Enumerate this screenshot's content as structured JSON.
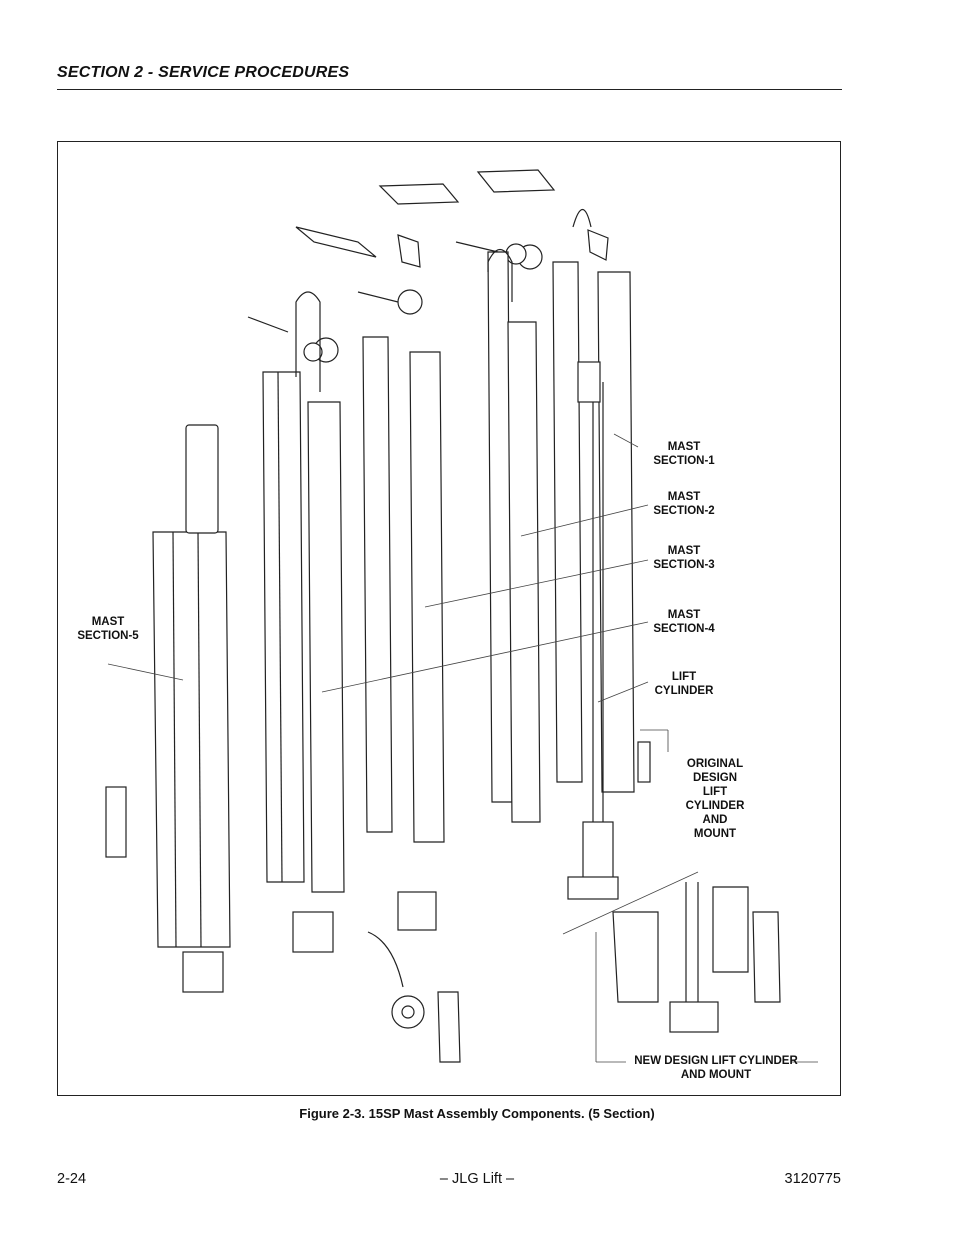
{
  "header": {
    "section_title": "SECTION 2 - SERVICE PROCEDURES"
  },
  "figure": {
    "labels": {
      "mast_section_1": "MAST\nSECTION-1",
      "mast_section_2": "MAST\nSECTION-2",
      "mast_section_3": "MAST\nSECTION-3",
      "mast_section_4": "MAST\nSECTION-4",
      "mast_section_5": "MAST\nSECTION-5",
      "lift_cylinder": "LIFT\nCYLINDER",
      "original_design": "ORIGINAL\nDESIGN\nLIFT\nCYLINDER\nAND\nMOUNT",
      "new_design": "NEW DESIGN LIFT CYLINDER\nAND MOUNT"
    },
    "caption": "Figure 2-3.  15SP Mast Assembly Components. (5 Section)"
  },
  "footer": {
    "page_number": "2-24",
    "center": "– JLG Lift –",
    "doc_number": "3120775"
  }
}
